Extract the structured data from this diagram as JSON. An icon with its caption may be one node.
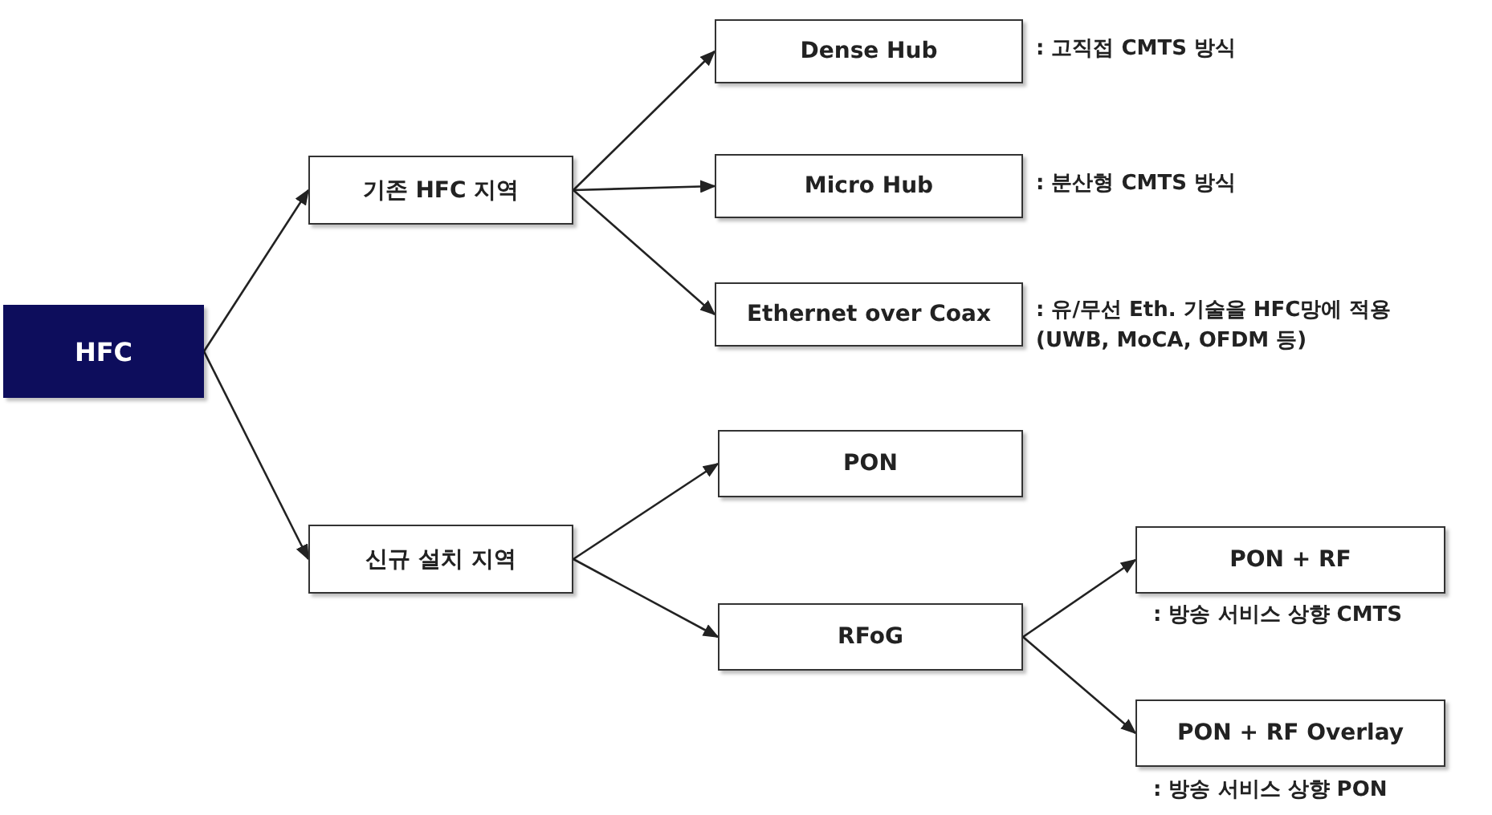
{
  "diagram": {
    "nodes": [
      {
        "text": [
          "HFC"
        ]
      },
      {
        "text": [
          "기존 HFC 지역"
        ]
      },
      {
        "text": [
          "신규 설치 지역"
        ]
      },
      {
        "text": [
          "Dense Hub"
        ],
        "beside": [
          ": 고직접 CMTS 방식"
        ]
      },
      {
        "text": [
          "Micro Hub"
        ],
        "beside": [
          ": 분산형 CMTS 방식"
        ]
      },
      {
        "text": [
          "Ethernet over Coax"
        ],
        "beside": [
          ": 유/무선 Eth. 기술을 HFC망에 적용 (UWB, MoCA, OFDM 등)"
        ]
      },
      {
        "text": [
          "PON"
        ]
      },
      {
        "text": [
          "RFoG"
        ]
      },
      {
        "text": [
          "PON + RF"
        ],
        "beside": [
          ": 방송 서비스 상향 CMTS"
        ]
      },
      {
        "text": [
          "PON + RF Overlay"
        ],
        "beside": [
          ": 방송 서비스 상향 PON"
        ]
      }
    ],
    "edges": [
      {
        "from": 0,
        "to": 1,
        "arrow": "to"
      },
      {
        "from": 0,
        "to": 2,
        "arrow": "to"
      },
      {
        "from": 1,
        "to": 3,
        "arrow": "to"
      },
      {
        "from": 1,
        "to": 4,
        "arrow": "to"
      },
      {
        "from": 1,
        "to": 5,
        "arrow": "to"
      },
      {
        "from": 2,
        "to": 6,
        "arrow": "to"
      },
      {
        "from": 2,
        "to": 7,
        "arrow": "to"
      },
      {
        "from": 7,
        "to": 8,
        "arrow": "to"
      },
      {
        "from": 7,
        "to": 9,
        "arrow": "to"
      }
    ]
  }
}
